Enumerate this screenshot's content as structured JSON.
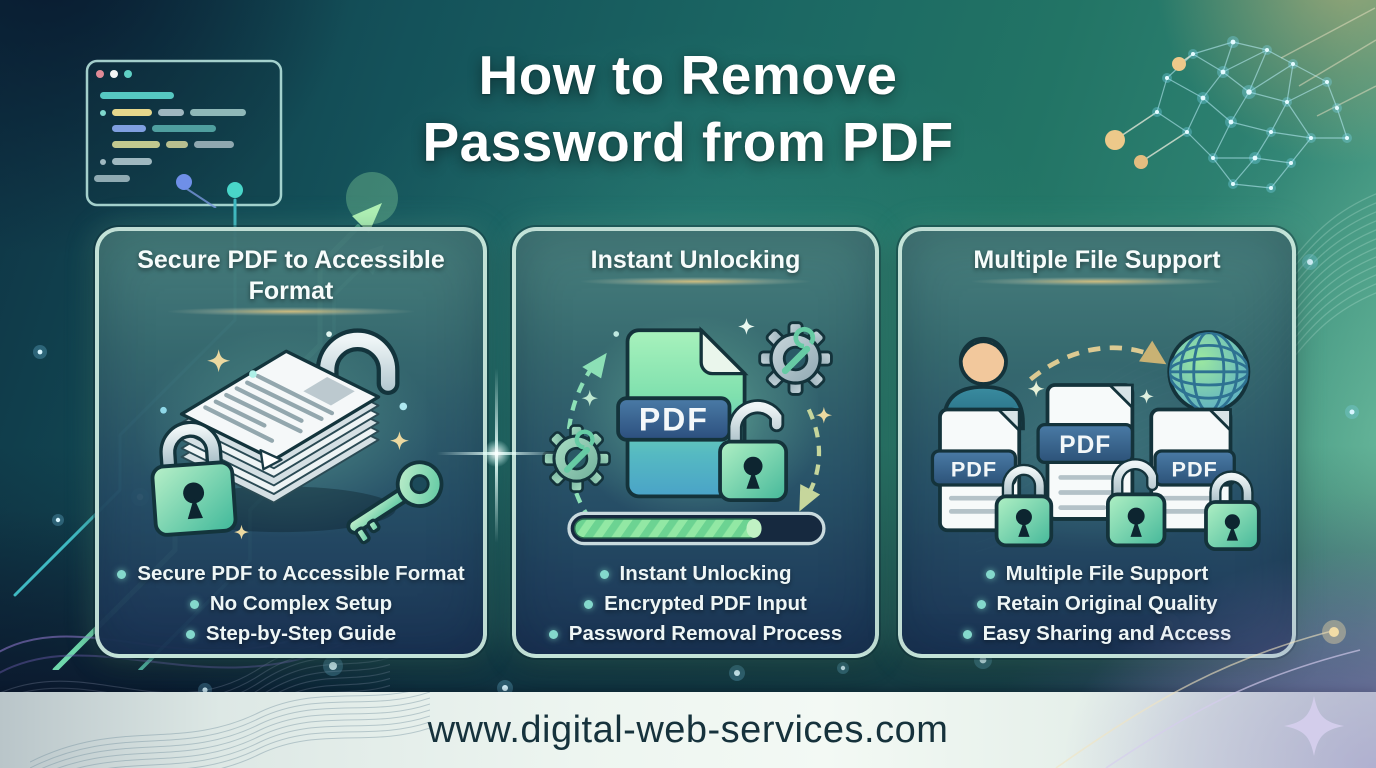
{
  "header": {
    "title_line1": "How to Remove",
    "title_line2": "Password from PDF"
  },
  "cards": [
    {
      "title": "Secure PDF to Accessible Format",
      "bullets": [
        "Secure PDF to Accessible Format",
        "No Complex Setup",
        "Step-by-Step Guide"
      ],
      "icons": [
        "document-stack-icon",
        "open-shackle-icon",
        "green-padlock-icon",
        "key-icon",
        "sparkle-icon"
      ]
    },
    {
      "title": "Instant Unlocking",
      "pdf_label": "PDF",
      "progress_percent": 75,
      "bullets": [
        "Instant Unlocking",
        "Encrypted PDF Input",
        "Password Removal Process"
      ],
      "icons": [
        "pdf-file-icon",
        "open-padlock-icon",
        "gear-wrench-icon",
        "dashed-arrow-icon",
        "progress-bar-icon",
        "sparkle-icon"
      ]
    },
    {
      "title": "Multiple File Support",
      "pdf_labels": [
        "PDF",
        "PDF",
        "PDF"
      ],
      "bullets": [
        "Multiple File Support",
        "Retain Original Quality",
        "Easy Sharing and Access"
      ],
      "icons": [
        "user-icon",
        "globe-icon",
        "pdf-file-icon",
        "green-padlock-icon",
        "dashed-arrow-icon",
        "sparkle-icon"
      ]
    }
  ],
  "footer": {
    "url": "www.digital-web-services.com"
  },
  "colors": {
    "background_teal": "#1b6763",
    "background_navy": "#132138",
    "card_border": "#cdeadf",
    "card_top": "#4a817e",
    "card_bottom": "#1b3355",
    "accent_green": "#7fe0ae",
    "accent_teal": "#5fd0c8",
    "lock_green": "#6fd9a8",
    "banner_blue": "#33608c",
    "accent_gold": "#e8c87a",
    "purple_wave": "#9b8cc8",
    "progress_fill": "#8fe6a0",
    "progress_track": "#16293f",
    "bullet_dot": "#84d8cc",
    "footer_bg": "#edf5f0",
    "footer_text": "#16323c",
    "title_white": "#ffffff"
  },
  "decor": {
    "background_icons": [
      "code-window-icon",
      "growth-arrows-icon",
      "neural-network-icon",
      "wave-lines-icon",
      "lens-flare-icon",
      "sparkle-icon",
      "glow-dot-icon"
    ]
  }
}
